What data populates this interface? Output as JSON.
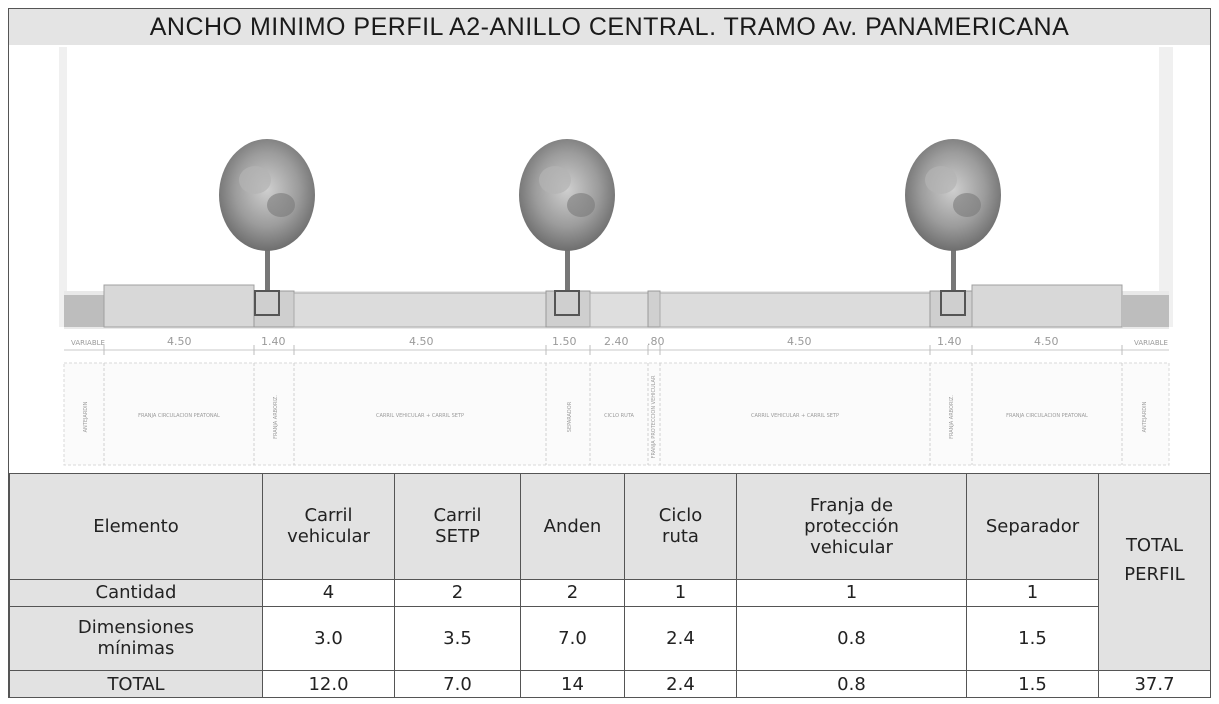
{
  "title": "ANCHO MINIMO PERFIL A2-ANILLO CENTRAL. TRAMO Av. PANAMERICANA",
  "drawing": {
    "dimensions": [
      "VARIABLE",
      "4.50",
      "1.40",
      "4.50",
      "1.50",
      "2.40",
      ".80",
      "4.50",
      "1.40",
      "4.50",
      "VARIABLE"
    ],
    "zones": [
      "ANTEJARDIN",
      "FRANJA CIRCULACION PEATONAL",
      "FRANJA ARBORIZ.",
      "CARRIL VEHICULAR + CARRIL SETP",
      "SEPARADOR",
      "CICLO RUTA",
      "FRANJA PROTECCION VEHICULAR",
      "CARRIL VEHICULAR + CARRIL SETP",
      "FRANJA ARBORIZ.",
      "FRANJA CIRCULACION PEATONAL",
      "ANTEJARDIN"
    ]
  },
  "table": {
    "header": {
      "elemento": "Elemento",
      "carril_vehicular": [
        "Carril",
        "vehicular"
      ],
      "carril_setp": [
        "Carril",
        "SETP"
      ],
      "anden": "Anden",
      "ciclo_ruta": [
        "Ciclo",
        "ruta"
      ],
      "franja": [
        "Franja de",
        "protección",
        "vehicular"
      ],
      "separador": "Separador",
      "total_perfil": [
        "TOTAL",
        "PERFIL"
      ]
    },
    "rows": {
      "cantidad": {
        "label": "Cantidad",
        "values": [
          "4",
          "2",
          "2",
          "1",
          "1",
          "1"
        ]
      },
      "dimensiones": {
        "label": [
          "Dimensiones",
          "mínimas"
        ],
        "values": [
          "3.0",
          "3.5",
          "7.0",
          "2.4",
          "0.8",
          "1.5"
        ]
      },
      "total": {
        "label": "TOTAL",
        "values": [
          "12.0",
          "7.0",
          "14",
          "2.4",
          "0.8",
          "1.5"
        ],
        "grand_total": "37.7"
      }
    }
  }
}
